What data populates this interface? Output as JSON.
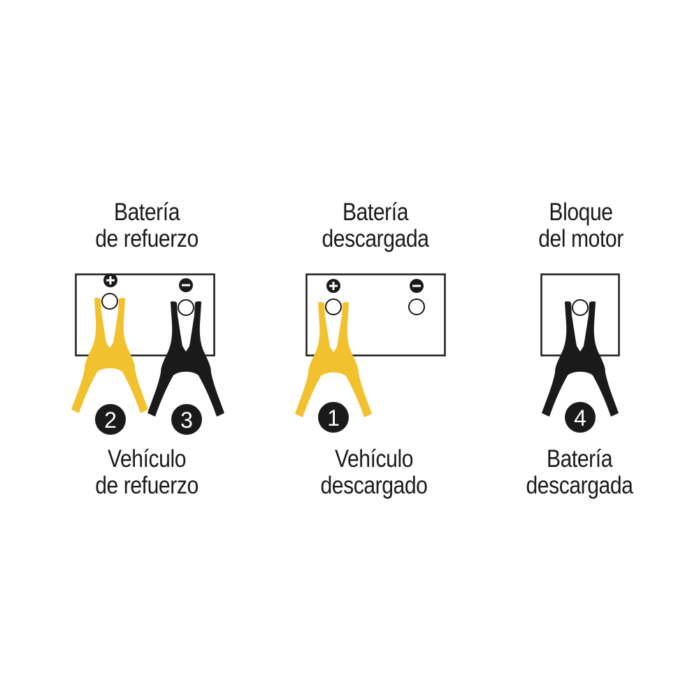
{
  "colors": {
    "positive_clamp": "#F2C12E",
    "negative_clamp": "#1A1A1A",
    "outline": "#1A1A1A",
    "background": "#FFFFFF"
  },
  "panels": [
    {
      "id": "booster",
      "top_label": [
        "Batería",
        "de refuerzo"
      ],
      "bottom_label": [
        "Vehículo",
        "de refuerzo"
      ],
      "terminals": [
        {
          "sign": "+",
          "icon": "plus-icon"
        },
        {
          "sign": "−",
          "icon": "minus-icon"
        }
      ],
      "clamps": [
        {
          "step": "2",
          "color": "positive_clamp",
          "terminal": "+"
        },
        {
          "step": "3",
          "color": "negative_clamp",
          "terminal": "−"
        }
      ]
    },
    {
      "id": "discharged",
      "top_label": [
        "Batería",
        "descargada"
      ],
      "bottom_label": [
        "Vehículo",
        "descargado"
      ],
      "terminals": [
        {
          "sign": "+",
          "icon": "plus-icon"
        },
        {
          "sign": "−",
          "icon": "minus-icon"
        }
      ],
      "clamps": [
        {
          "step": "1",
          "color": "positive_clamp",
          "terminal": "+"
        }
      ]
    },
    {
      "id": "engine-block",
      "top_label": [
        "Bloque",
        "del motor"
      ],
      "bottom_label": [
        "Batería",
        "descargada"
      ],
      "terminals": [],
      "clamps": [
        {
          "step": "4",
          "color": "negative_clamp",
          "terminal": "ground"
        }
      ]
    }
  ]
}
